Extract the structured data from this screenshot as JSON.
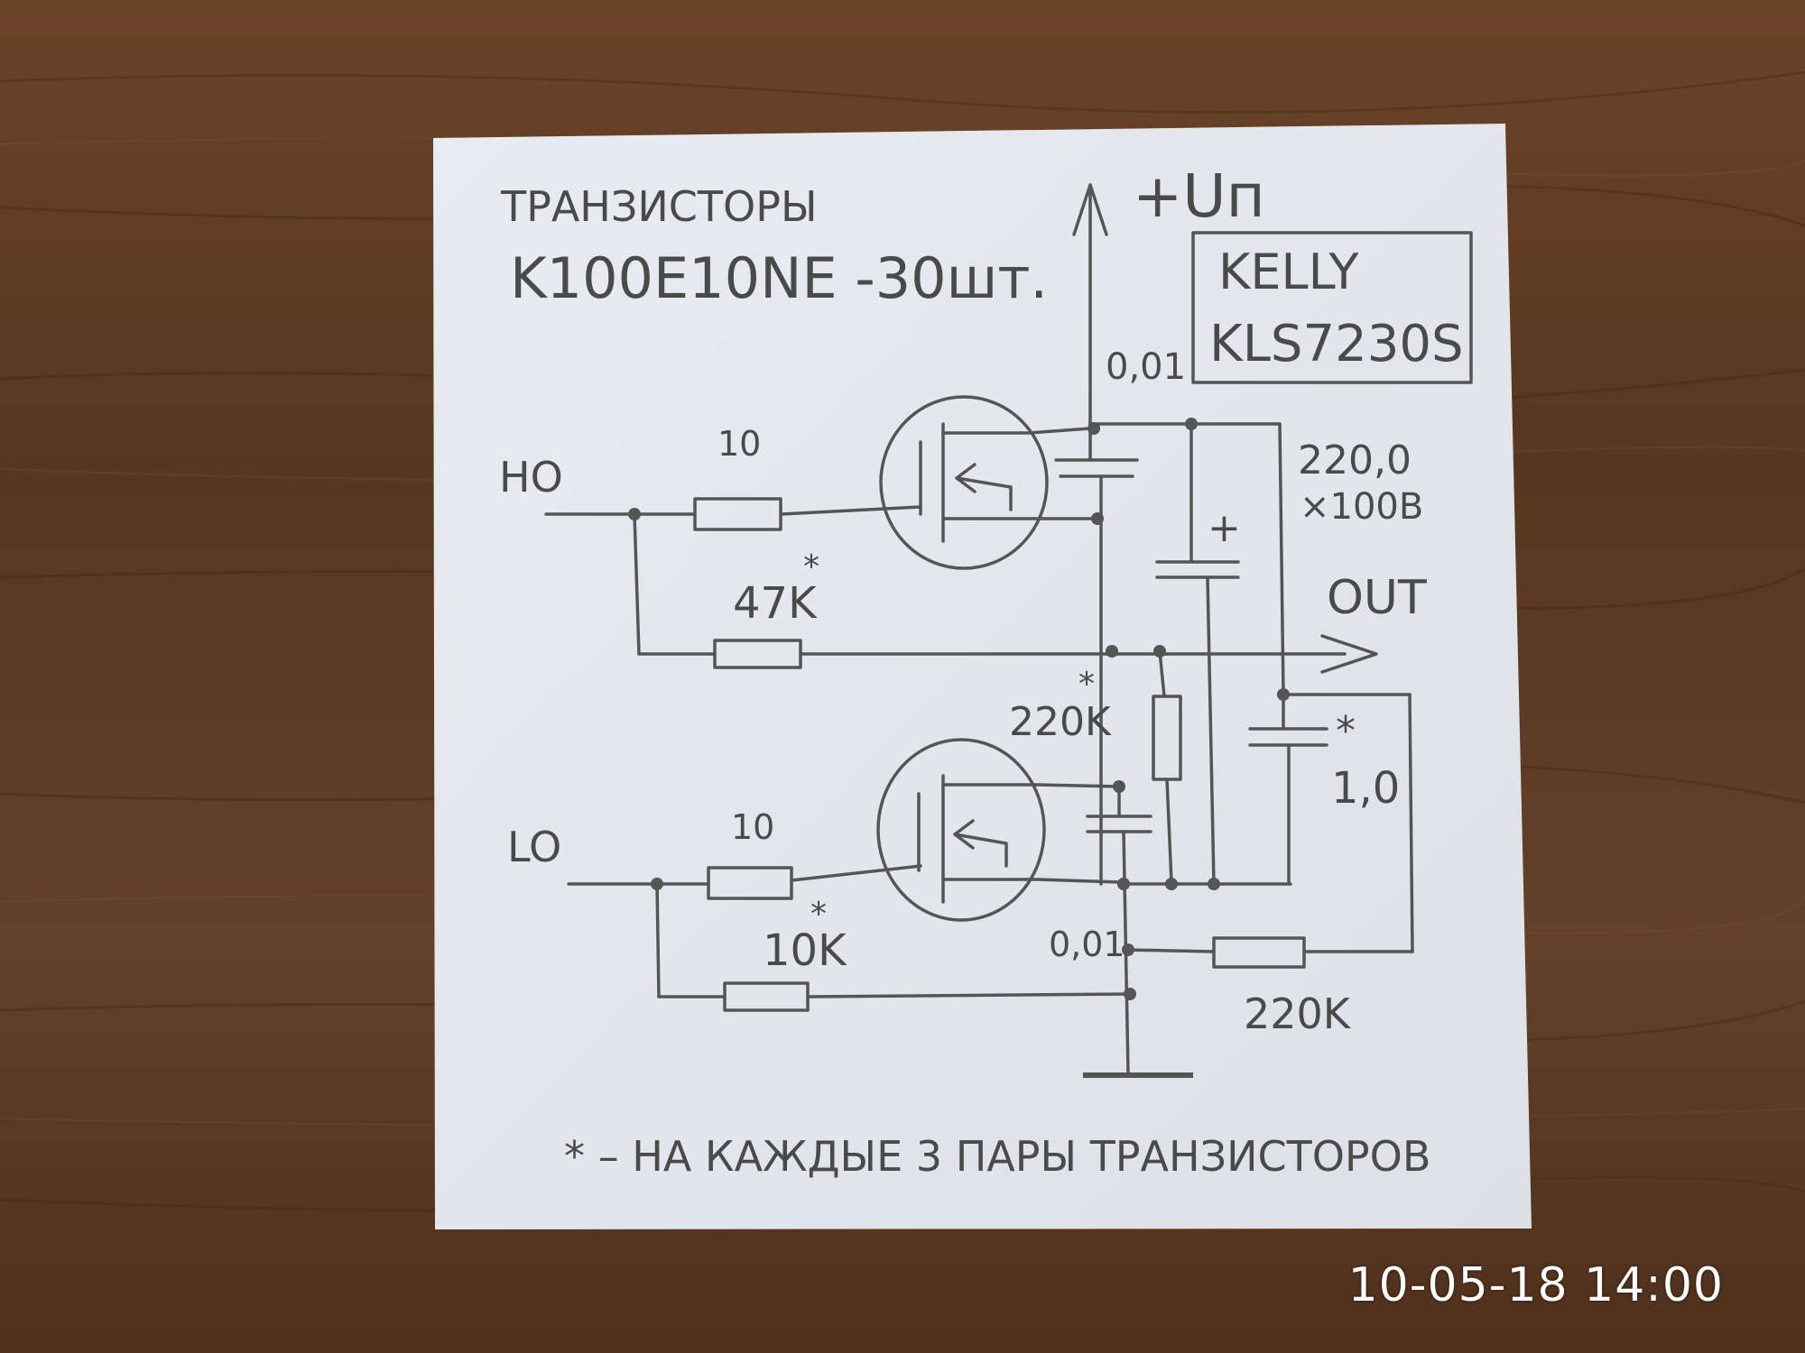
{
  "photo": {
    "background": "#5a3822",
    "paper_color": "#e9ecf0",
    "timestamp": "10-05-18 14:00"
  },
  "schematic": {
    "title_line1": "ТРАНЗИСТОРЫ",
    "title_line2": "K100E10NE -30шт.",
    "supply_label": "+Uп",
    "controller_line1": "KELLY",
    "controller_line2": "KLS7230S",
    "input_high": "HO",
    "input_low": "LO",
    "output_label": "OUT",
    "r_gate_high": "10",
    "r_gate_low": "10",
    "r_pulldown_high": "47K",
    "r_pulldown_low": "10K",
    "r_mid": "220K",
    "r_bottom": "220K",
    "c_top": "0,01",
    "c_bottom": "0,01",
    "c_bulk_line1": "220,0",
    "c_bulk_line2": "×100В",
    "c_bulk_polarity": "+",
    "c_side": "1,0",
    "asterisk": "*",
    "footnote": "* – НА   КАЖДЫЕ  3 ПАРЫ  ТРАНЗИСТОРОВ"
  }
}
